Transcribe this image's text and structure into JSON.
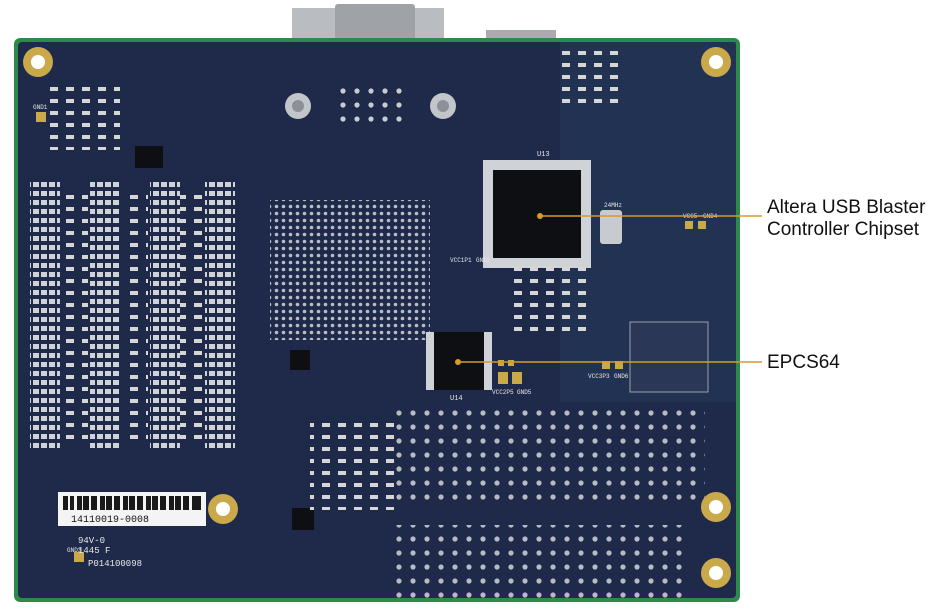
{
  "annotations": {
    "usb_blaster_line1": "Altera USB Blaster",
    "usb_blaster_line2": "Controller Chipset",
    "epcs": "EPCS64"
  },
  "board_silkscreen": {
    "barcode_number": "14110019-0008",
    "rating": "94V-0",
    "date_code": "1445 F",
    "part_number": "P014100098",
    "u13": "U13",
    "u14": "U14",
    "crystal": "24MHz",
    "vcc1p1": "VCC1P1",
    "gnd2": "GND2",
    "vcc2p5": "VCC2P5",
    "gnd5": "GND5",
    "vcc3p3": "VCC3P3",
    "gnd6": "GND6",
    "vcc5": "VCC5",
    "gnd4": "GND4",
    "gnd1": "GND1",
    "gnd3": "GND3"
  },
  "colors": {
    "board": "#1f2a4a",
    "board_edge": "#2e8a4a",
    "copper_pad": "#c9a94a",
    "silkscreen": "#e8e8e8",
    "leader_line": "#d89a2a"
  }
}
